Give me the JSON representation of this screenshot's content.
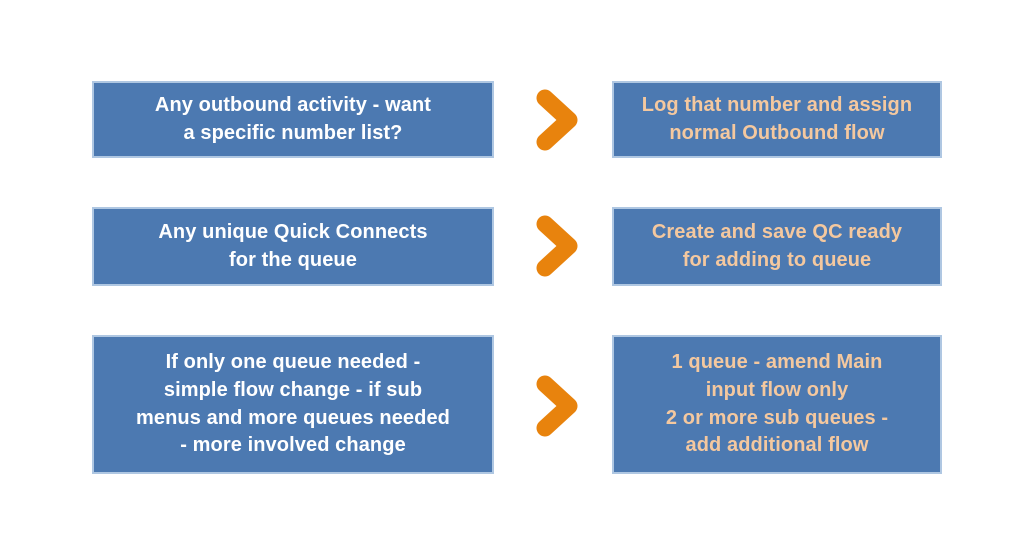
{
  "colors": {
    "box_blue": "#4C79B1",
    "box_border": "#AFC7E2",
    "arrow_orange": "#E8830D",
    "question_text": "#FFFFFF",
    "answer_text": "#F4C89F",
    "page_bg": "#FFFFFF"
  },
  "diagram": {
    "type": "flow",
    "rows": [
      {
        "question": "Any outbound activity - want\na specific number list?",
        "answer": "Log that number and assign\nnormal Outbound flow"
      },
      {
        "question": "Any unique Quick Connects\nfor the queue",
        "answer": "Create and save QC ready\nfor adding to queue"
      },
      {
        "question": "If only one queue needed -\nsimple flow change - if sub\nmenus and more queues needed\n- more involved change",
        "answer": "1 queue - amend Main\ninput flow only\n2 or more sub queues -\nadd additional flow"
      }
    ]
  }
}
